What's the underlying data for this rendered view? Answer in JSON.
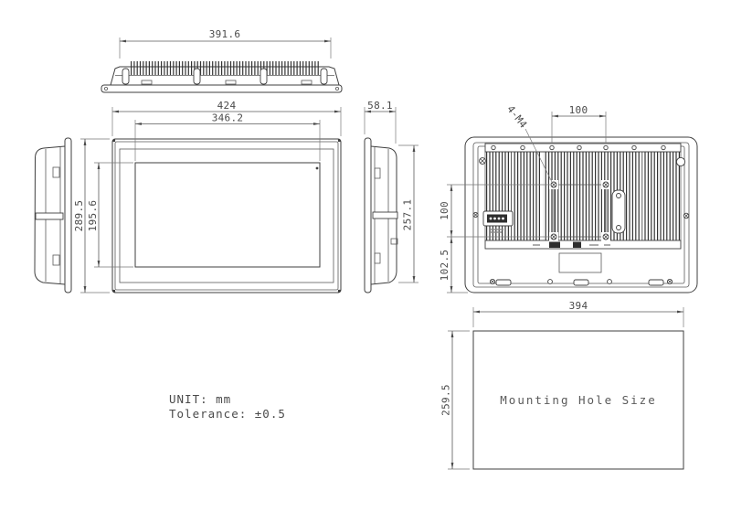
{
  "notes": {
    "unit": "UNIT: mm",
    "tolerance": "Tolerance: ±0.5"
  },
  "top_view": {
    "width_dim": "391.6"
  },
  "front_view": {
    "outer_width_dim": "424",
    "display_width_dim": "346.2",
    "outer_height_dim": "289.5",
    "display_height_dim": "195.6"
  },
  "side_view": {
    "depth_dim": "58.1",
    "body_height_dim": "257.1"
  },
  "rear_view": {
    "thread_label": "4-M4",
    "hole_pitch_x_dim": "100",
    "hole_pitch_y_dim": "100",
    "bottom_offset_dim": "102.5"
  },
  "mounting_hole": {
    "width_dim": "394",
    "height_dim": "259.5",
    "label": "Mounting Hole Size"
  },
  "colors": {
    "line": "#3f3f3f",
    "dimension": "#5a5a5a",
    "text": "#4a4a4a",
    "background": "#ffffff"
  }
}
